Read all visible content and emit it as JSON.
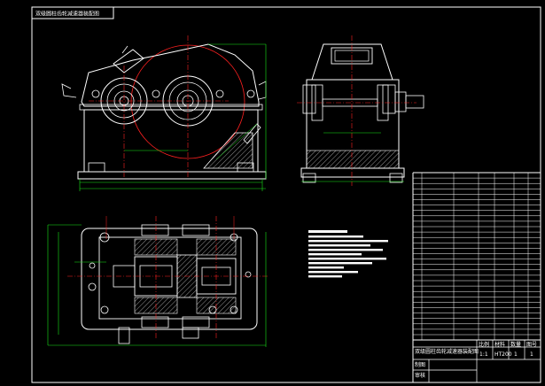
{
  "drawing": {
    "title_tag": "双级圆柱齿轮减速器装配图",
    "colors": {
      "background": "#000000",
      "outline": "#ffffff",
      "centerline": "#ff2020",
      "dimension": "#19e619",
      "hatch": "#ffffff"
    }
  },
  "title_block": {
    "name": "双级圆柱齿轮减速器装配图",
    "headers": [
      "比例",
      "材料",
      "数量",
      "图号"
    ],
    "values": [
      "1:1",
      "HT200",
      "1",
      "1"
    ],
    "rows": [
      {
        "label": "制图"
      },
      {
        "label": "审核"
      }
    ]
  }
}
